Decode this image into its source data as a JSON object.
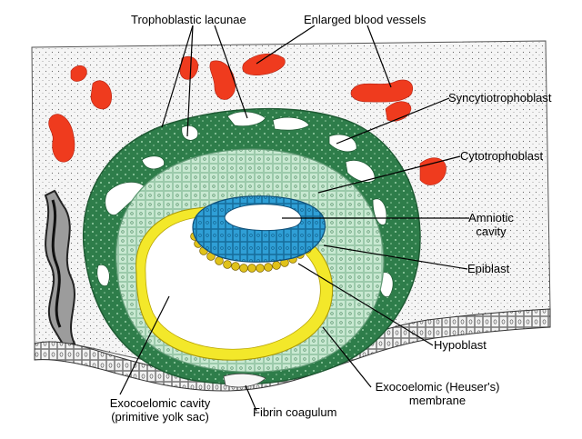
{
  "colors": {
    "background": "#ffffff",
    "stroma": "#f4f4f4",
    "blood_vessel": "#ef3b1e",
    "syncytiotrophoblast": "#2e7d4a",
    "cytotrophoblast": "#c7e8d0",
    "epiblast": "#2f9fd6",
    "hypoblast": "#f0d21c",
    "exocoelomic_membrane": "#f3e82a",
    "cavity": "#ffffff"
  },
  "labels": {
    "trophoblastic_lacunae": "Trophoblastic lacunae",
    "enlarged_blood_vessels": "Enlarged blood vessels",
    "syncytiotrophoblast": "Syncytiotrophoblast",
    "cytotrophoblast": "Cytotrophoblast",
    "amniotic_cavity_line1": "Amniotic",
    "amniotic_cavity_line2": "cavity",
    "epiblast": "Epiblast",
    "hypoblast": "Hypoblast",
    "exocoelomic_membrane_line1": "Exocoelomic (Heuser's)",
    "exocoelomic_membrane_line2": "membrane",
    "fibrin_coagulum": "Fibrin coagulum",
    "exocoelomic_cavity_line1": "Exocoelomic cavity",
    "exocoelomic_cavity_line2": "(primitive yolk sac)"
  }
}
